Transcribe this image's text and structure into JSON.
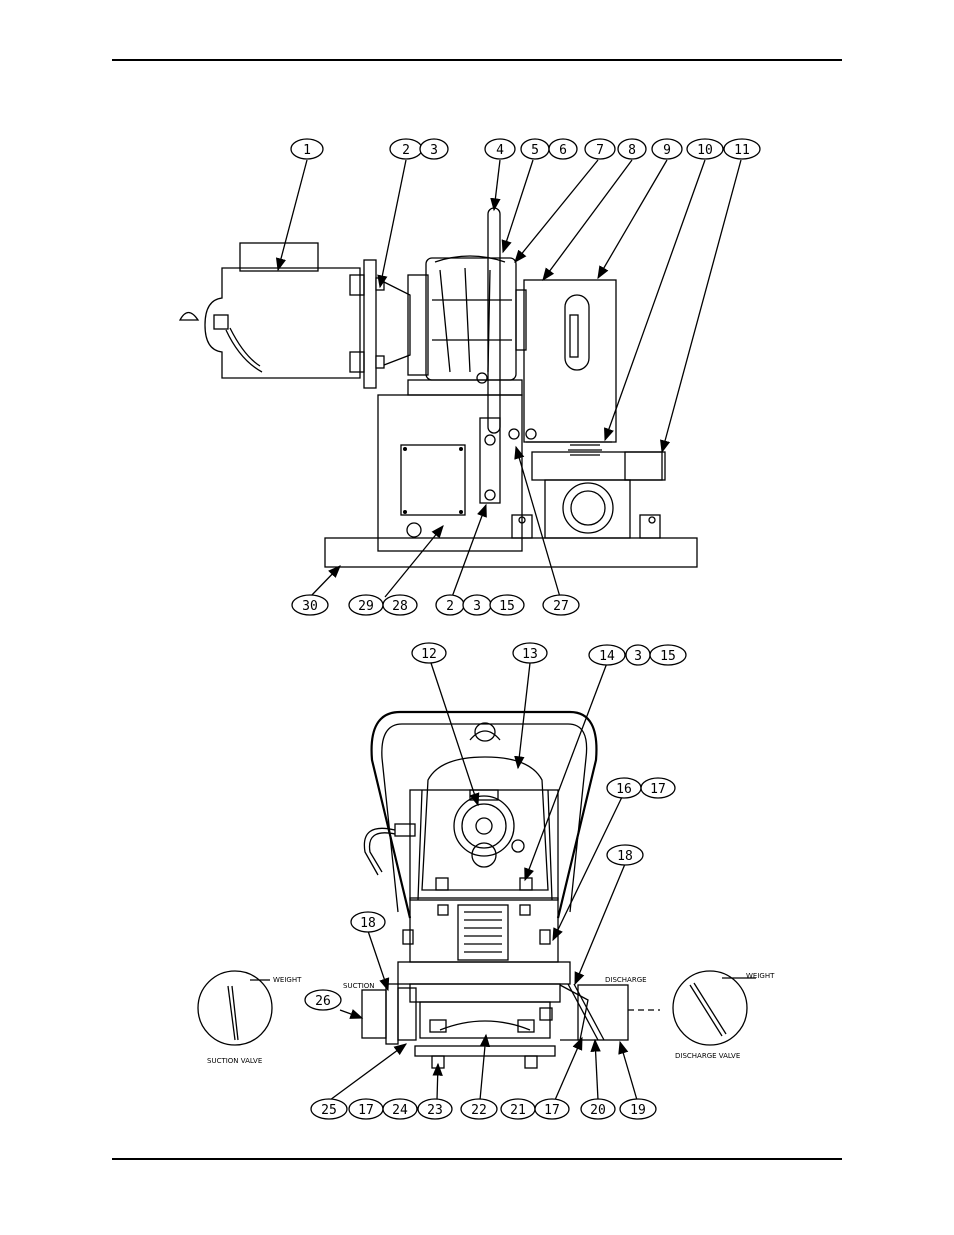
{
  "balloons_top": [
    "1",
    "2",
    "3",
    "4",
    "5",
    "6",
    "7",
    "8",
    "9",
    "10",
    "11",
    "30",
    "29",
    "28",
    "2",
    "3",
    "15",
    "27"
  ],
  "balloons_bottom": [
    "12",
    "13",
    "14",
    "3",
    "15",
    "16",
    "17",
    "18",
    "18",
    "26",
    "25",
    "17",
    "24",
    "23",
    "22",
    "21",
    "17",
    "20",
    "19"
  ],
  "labels": {
    "suction": "SUCTION",
    "discharge": "DISCHARGE",
    "weight_left": "WEIGHT",
    "weight_right": "WEIGHT",
    "suction_valve": "SUCTION VALVE",
    "discharge_valve": "DISCHARGE VALVE"
  }
}
